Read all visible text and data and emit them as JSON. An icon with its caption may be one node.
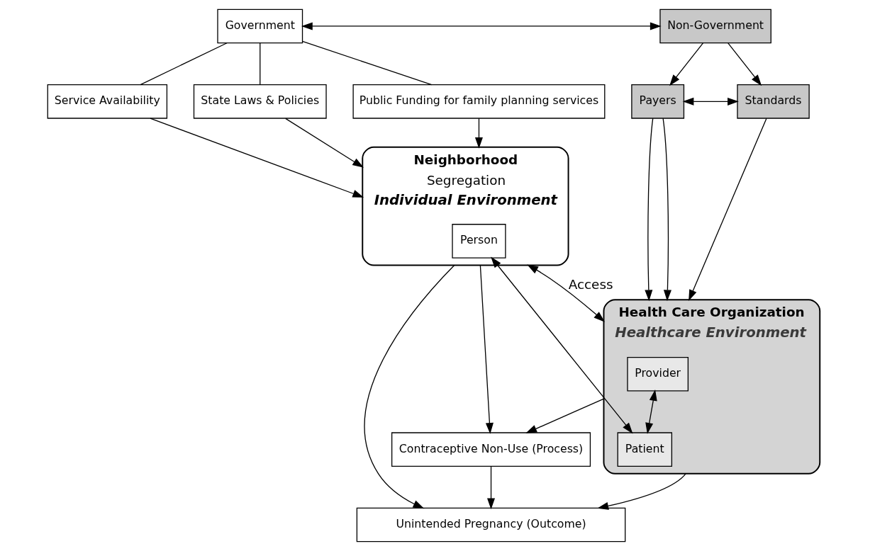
{
  "diagram": {
    "nodes": [
      {
        "text": [
          "Government"
        ]
      },
      {
        "text": [
          "Non-Government"
        ]
      },
      {
        "text": [
          "Service Availability"
        ]
      },
      {
        "text": [
          "State Laws & Policies"
        ]
      },
      {
        "text": [
          "Public Funding for family planning services"
        ]
      },
      {
        "text": [
          "Payers"
        ]
      },
      {
        "text": [
          "Standards"
        ]
      },
      {
        "text": [
          "Neighborhood",
          "Segregation"
        ],
        "beside": [
          "Individual Environment"
        ]
      },
      {
        "text": [
          "Person"
        ],
        "in": 7
      },
      {
        "text": [
          "Health Care Organization"
        ],
        "beside": [
          "Healthcare Environment"
        ]
      },
      {
        "text": [
          "Provider"
        ],
        "in": 9
      },
      {
        "text": [
          "Patient"
        ],
        "in": 9
      },
      {
        "text": [
          "Contraceptive Non-Use (Process)"
        ]
      },
      {
        "text": [
          "Unintended Pregnancy (Outcome)"
        ]
      }
    ],
    "edges": [
      {
        "from": 0,
        "to": 1,
        "arrow": "both"
      },
      {
        "from": 0,
        "to": 2,
        "arrow": "none"
      },
      {
        "from": 0,
        "to": 3,
        "arrow": "none"
      },
      {
        "from": 0,
        "to": 4,
        "arrow": "none"
      },
      {
        "from": 1,
        "to": 5,
        "arrow": "to"
      },
      {
        "from": 1,
        "to": 6,
        "arrow": "to"
      },
      {
        "from": 5,
        "to": 6,
        "arrow": "both"
      },
      {
        "from": 2,
        "to": 7,
        "arrow": "to"
      },
      {
        "from": 3,
        "to": 7,
        "arrow": "to"
      },
      {
        "from": 4,
        "to": 7,
        "arrow": "to"
      },
      {
        "from": 5,
        "to": 9,
        "arrow": "to"
      },
      {
        "from": 5,
        "to": 9,
        "arrow": "to"
      },
      {
        "from": 6,
        "to": 9,
        "arrow": "to"
      },
      {
        "from": 7,
        "to": 9,
        "arrow": "both",
        "label": "Access"
      },
      {
        "from": 8,
        "to": 11,
        "arrow": "both"
      },
      {
        "from": 10,
        "to": 11,
        "arrow": "both"
      },
      {
        "from": 7,
        "to": 12,
        "arrow": "to"
      },
      {
        "from": 9,
        "to": 12,
        "arrow": "to"
      },
      {
        "from": 7,
        "to": 13,
        "arrow": "to"
      },
      {
        "from": 12,
        "to": 13,
        "arrow": "to"
      },
      {
        "from": 9,
        "to": 13,
        "arrow": "to"
      }
    ]
  }
}
